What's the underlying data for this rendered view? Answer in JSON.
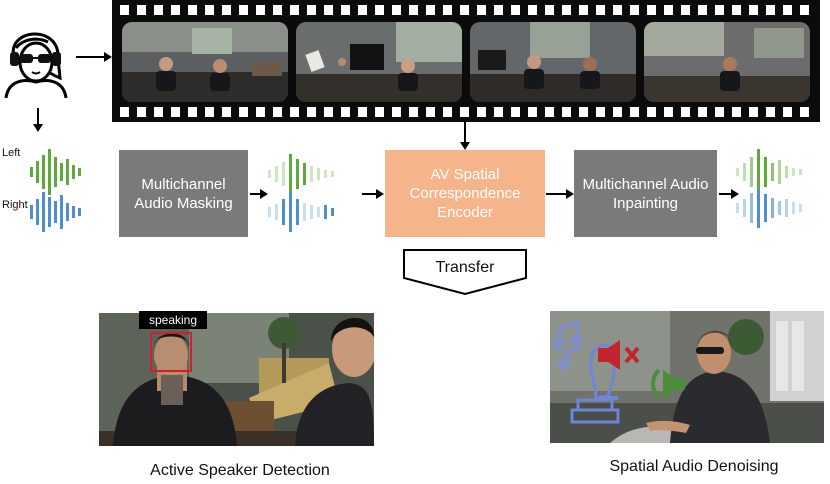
{
  "pipeline": {
    "masking_label": "Multichannel Audio Masking",
    "encoder_label": "AV Spatial Correspondence Encoder",
    "inpainting_label": "Multichannel Audio Inpainting",
    "transfer_label": "Transfer"
  },
  "audio": {
    "left_label": "Left",
    "right_label": "Right"
  },
  "tasks": {
    "speaker_caption": "Active Speaker Detection",
    "speaking_tag": "speaking",
    "denoising_caption": "Spatial Audio Denoising"
  },
  "colors": {
    "green_wave": "#5ea83c",
    "blue_wave": "#4f8fcf",
    "box_gray": "#7a7a7a",
    "encoder_orange": "#f6b48a",
    "mute_red": "#c0262c",
    "speaker_green": "#4b8d3a",
    "icon_blue": "#6f86d6"
  }
}
